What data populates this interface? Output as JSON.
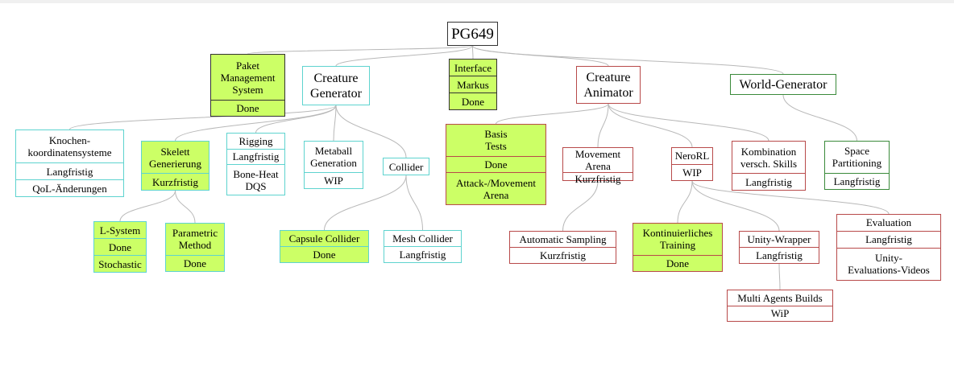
{
  "nodes": [
    {
      "id": "root",
      "lines": [
        "PG649"
      ],
      "color": "dark",
      "filled": false
    },
    {
      "id": "paket",
      "lines": [
        "Paket\nManagement\nSystem",
        "Done"
      ],
      "color": "dark",
      "filled": true
    },
    {
      "id": "creature_gen",
      "lines": [
        "Creature\nGenerator"
      ],
      "color": "teal",
      "filled": false
    },
    {
      "id": "interface",
      "lines": [
        "Interface",
        "Markus",
        "Done"
      ],
      "color": "dark",
      "filled": true
    },
    {
      "id": "creature_anim",
      "lines": [
        "Creature\nAnimator"
      ],
      "color": "red",
      "filled": false
    },
    {
      "id": "world_gen",
      "lines": [
        "World-Generator"
      ],
      "color": "green",
      "filled": false
    },
    {
      "id": "knochen",
      "lines": [
        "Knochen-\nkoordinatensysteme",
        "Langfristig",
        "QoL-Änderungen"
      ],
      "color": "teal",
      "filled": false
    },
    {
      "id": "skelett",
      "lines": [
        "Skelett\nGenerierung",
        "Kurzfristig"
      ],
      "color": "teal",
      "filled": true
    },
    {
      "id": "rigging",
      "lines": [
        "Rigging",
        "Langfristig",
        "Bone-Heat\nDQS"
      ],
      "color": "teal",
      "filled": false
    },
    {
      "id": "metaball",
      "lines": [
        "Metaball\nGeneration",
        "WIP"
      ],
      "color": "teal",
      "filled": false
    },
    {
      "id": "collider",
      "lines": [
        "Collider"
      ],
      "color": "teal",
      "filled": false
    },
    {
      "id": "lsystem",
      "lines": [
        "L-System",
        "Done",
        "Stochastic"
      ],
      "color": "teal",
      "filled": true
    },
    {
      "id": "parametric",
      "lines": [
        "Parametric\nMethod",
        "Done"
      ],
      "color": "teal",
      "filled": true
    },
    {
      "id": "capsule",
      "lines": [
        "Capsule Collider",
        "Done"
      ],
      "color": "teal",
      "filled": true
    },
    {
      "id": "mesh",
      "lines": [
        "Mesh Collider",
        "Langfristig"
      ],
      "color": "teal",
      "filled": false
    },
    {
      "id": "basis",
      "lines": [
        "Basis\nTests",
        "Done",
        "Attack-/Movement\nArena"
      ],
      "color": "red",
      "filled": true
    },
    {
      "id": "movement",
      "lines": [
        "Movement Arena",
        "Kurzfristig"
      ],
      "color": "red",
      "filled": false
    },
    {
      "id": "nerorl",
      "lines": [
        "NeroRL",
        "WIP"
      ],
      "color": "red",
      "filled": false
    },
    {
      "id": "kombination",
      "lines": [
        "Kombination\nversch. Skills",
        "Langfristig"
      ],
      "color": "red",
      "filled": false
    },
    {
      "id": "space",
      "lines": [
        "Space\nPartitioning",
        "Langfristig"
      ],
      "color": "green",
      "filled": false
    },
    {
      "id": "sampling",
      "lines": [
        "Automatic Sampling",
        "Kurzfristig"
      ],
      "color": "red",
      "filled": false
    },
    {
      "id": "kontinuierlich",
      "lines": [
        "Kontinuierliches\nTraining",
        "Done"
      ],
      "color": "red",
      "filled": true
    },
    {
      "id": "unity",
      "lines": [
        "Unity-Wrapper",
        "Langfristig"
      ],
      "color": "red",
      "filled": false
    },
    {
      "id": "evaluation",
      "lines": [
        "Evaluation",
        "Langfristig",
        "Unity-\nEvaluations-Videos"
      ],
      "color": "red",
      "filled": false
    },
    {
      "id": "multi",
      "lines": [
        "Multi Agents Builds",
        "WiP"
      ],
      "color": "red",
      "filled": false
    }
  ],
  "edges": [
    [
      "root",
      "paket"
    ],
    [
      "root",
      "creature_gen"
    ],
    [
      "root",
      "interface"
    ],
    [
      "root",
      "creature_anim"
    ],
    [
      "root",
      "world_gen"
    ],
    [
      "creature_gen",
      "knochen"
    ],
    [
      "creature_gen",
      "skelett"
    ],
    [
      "creature_gen",
      "rigging"
    ],
    [
      "creature_gen",
      "metaball"
    ],
    [
      "creature_gen",
      "collider"
    ],
    [
      "skelett",
      "lsystem"
    ],
    [
      "skelett",
      "parametric"
    ],
    [
      "collider",
      "capsule"
    ],
    [
      "collider",
      "mesh"
    ],
    [
      "creature_anim",
      "basis"
    ],
    [
      "creature_anim",
      "movement"
    ],
    [
      "creature_anim",
      "nerorl"
    ],
    [
      "creature_anim",
      "kombination"
    ],
    [
      "world_gen",
      "space"
    ],
    [
      "movement",
      "sampling"
    ],
    [
      "nerorl",
      "kontinuierlich"
    ],
    [
      "nerorl",
      "unity"
    ],
    [
      "nerorl",
      "evaluation"
    ],
    [
      "unity",
      "multi"
    ]
  ]
}
